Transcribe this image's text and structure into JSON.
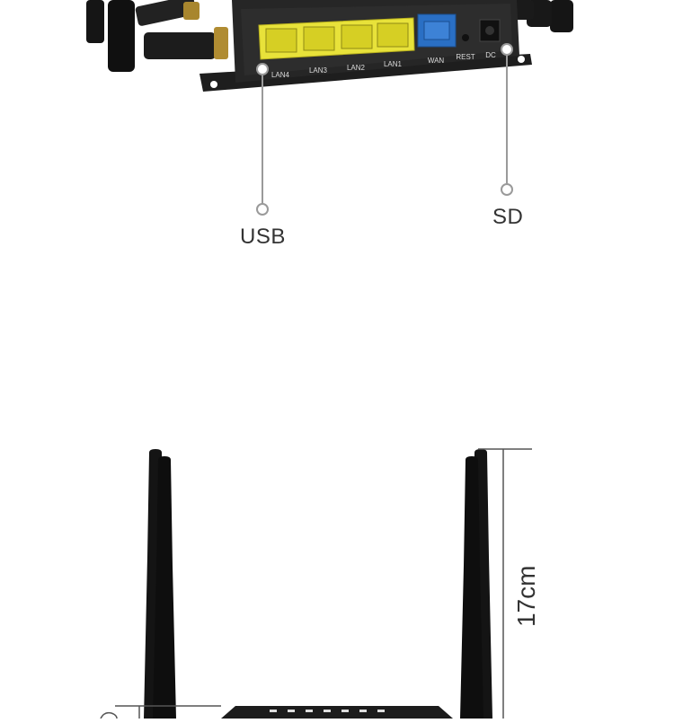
{
  "top_view": {
    "ports": [
      {
        "label": "LAN4",
        "color": "#e8e23a"
      },
      {
        "label": "LAN3",
        "color": "#e8e23a"
      },
      {
        "label": "LAN2",
        "color": "#e8e23a"
      },
      {
        "label": "LAN1",
        "color": "#e8e23a"
      },
      {
        "label": "WAN",
        "color": "#2a6fc4"
      }
    ],
    "reset_label": "REST",
    "dc_label": "DC",
    "callouts": [
      {
        "label": "USB"
      },
      {
        "label": "SD"
      }
    ]
  },
  "front_view": {
    "height_label": "17cm"
  },
  "colors": {
    "device_body": "#1b1b1b",
    "lan_port": "#e8e23a",
    "wan_port": "#2a6fc4",
    "callout_line": "#9a9a9a"
  }
}
